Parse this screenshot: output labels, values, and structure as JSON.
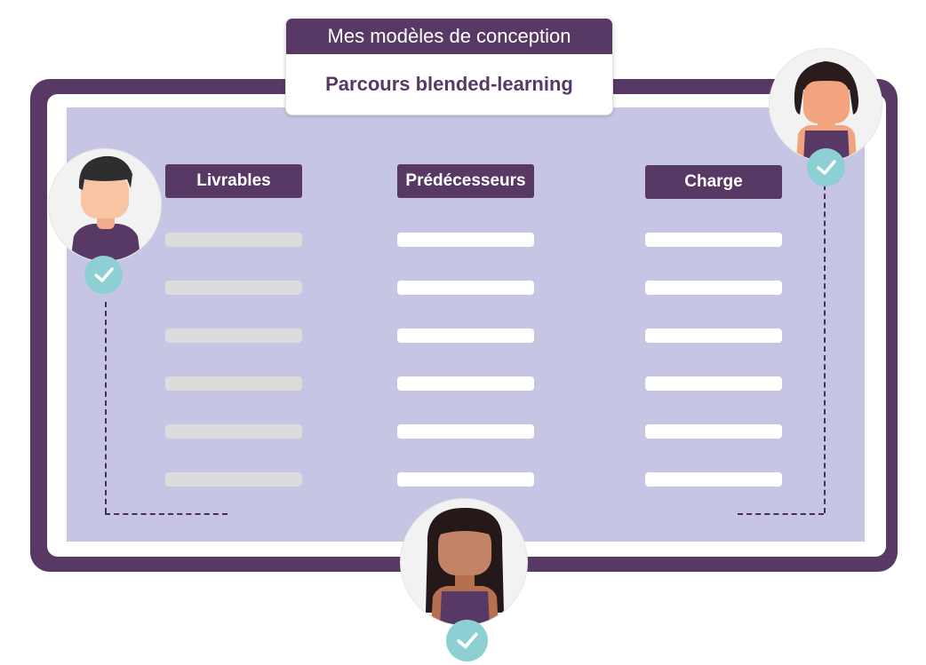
{
  "header": {
    "title": "Mes modèles de conception",
    "subtitle": "Parcours blended-learning"
  },
  "columns": [
    {
      "label": "Livrables",
      "bar_style": "grey"
    },
    {
      "label": "Prédécesseurs",
      "bar_style": "white"
    },
    {
      "label": "Charge",
      "bar_style": "white"
    }
  ],
  "row_count": 6,
  "avatars": [
    {
      "name": "left-user",
      "hair": "dark",
      "check_icon": "check-icon"
    },
    {
      "name": "right-user",
      "hair": "dark",
      "check_icon": "check-icon"
    },
    {
      "name": "bottom-user",
      "hair": "dark",
      "check_icon": "check-icon"
    }
  ],
  "colors": {
    "brand_purple": "#583864",
    "board_lavender": "#c6c5e4",
    "check_teal": "#8cd0d3",
    "placeholder_grey": "#dcdcdc"
  }
}
